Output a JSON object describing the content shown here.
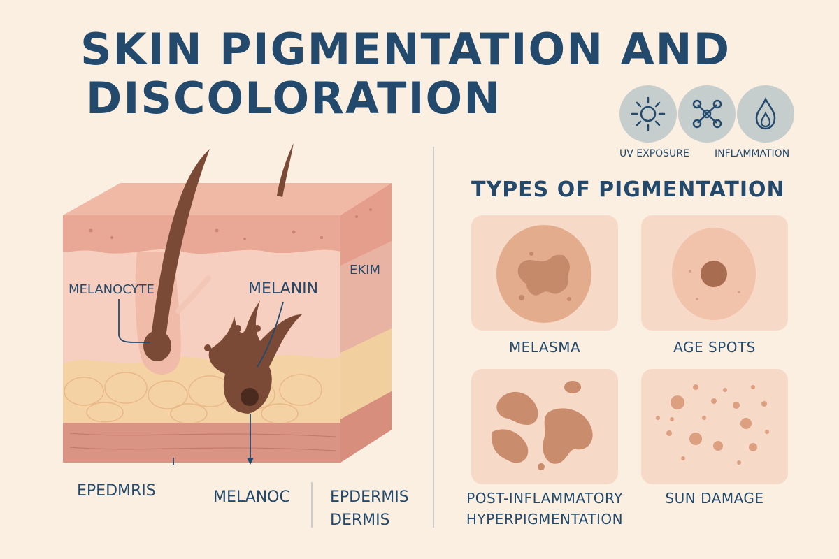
{
  "title": {
    "line1": "SKIN PIGMENTATION AND",
    "line2": "DISCOLORATION"
  },
  "factors": {
    "icons": [
      {
        "icon": "sun-icon",
        "label": "UV EXPOSURE"
      },
      {
        "icon": "molecule-icon",
        "label": ""
      },
      {
        "icon": "flame-drop-icon",
        "label": "INFLAMMATION"
      }
    ]
  },
  "diagram": {
    "labels": {
      "melanocyte": "MELANOCYTE",
      "melanin": "MELANIN",
      "ekim": "EKIM",
      "epedmris": "EPEDMRIS",
      "melanoc": "MELANOC",
      "epdermis": "EPDERMIS",
      "dermis": "DERMIS"
    }
  },
  "types": {
    "heading": "TYPES OF PIGMENTATION",
    "items": [
      {
        "label": "MELASMA"
      },
      {
        "label": "AGE SPOTS"
      },
      {
        "label_line1": "POST-INFLAMMATORY",
        "label_line2": "HYPERPIGMENTATION"
      },
      {
        "label": "SUN DAMAGE"
      }
    ]
  },
  "colors": {
    "background": "#fbefe1",
    "text": "#234a6c",
    "card": "#f7d9c8",
    "pigment": "#c48a6a",
    "hair": "#7a4a36"
  }
}
